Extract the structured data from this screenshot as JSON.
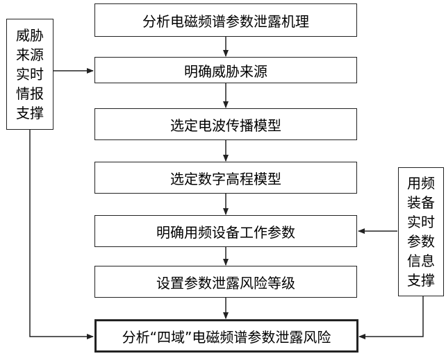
{
  "steps": [
    "分析电磁频谱参数泄露机理",
    "明确威胁来源",
    "选定电波传播模型",
    "选定数字高程模型",
    "明确用频设备工作参数",
    "设置参数泄露风险等级",
    "分析“四域”电磁频谱参数泄露风险"
  ],
  "left_support": [
    "威胁",
    "来源",
    "实时",
    "情报",
    "支撑"
  ],
  "right_support": [
    "用频",
    "装备",
    "实时",
    "参数",
    "信息",
    "支撑"
  ]
}
